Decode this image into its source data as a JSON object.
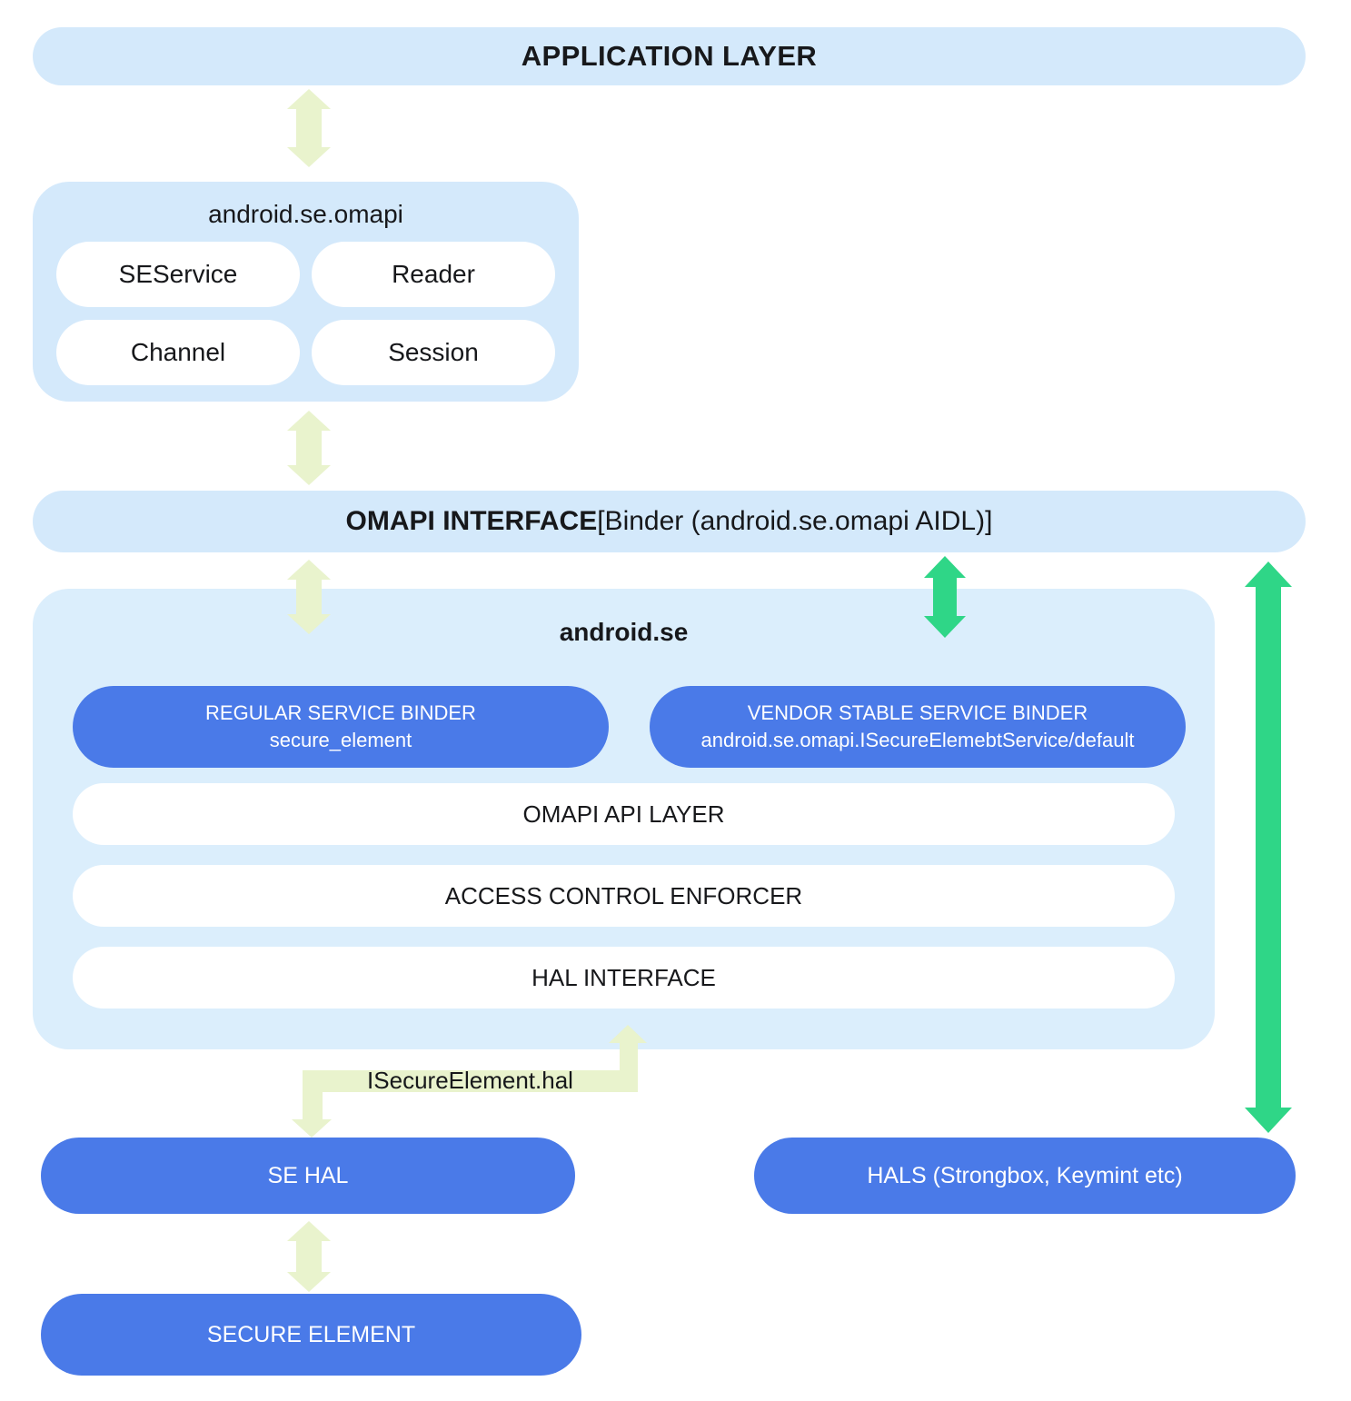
{
  "colors": {
    "light_blue": "#D4E9FB",
    "container_blue": "#DBEEFC",
    "blue": "#4A7AE8",
    "green": "#2FD687",
    "pale_green": "#E9F3CD",
    "text_dark": "#17181B",
    "white": "#FFFFFF"
  },
  "application_layer": {
    "label": "APPLICATION LAYER"
  },
  "omapi_package": {
    "title": "android.se.omapi",
    "classes": [
      "SEService",
      "Reader",
      "Channel",
      "Session"
    ]
  },
  "omapi_interface": {
    "label_bold": "OMAPI INTERFACE",
    "label_regular": " [Binder (android.se.omapi AIDL)]"
  },
  "android_se": {
    "title": "android.se",
    "regular_binder": {
      "line1": "REGULAR SERVICE BINDER",
      "line2": "secure_element"
    },
    "vendor_binder": {
      "line1": "VENDOR STABLE SERVICE BINDER",
      "line2": "android.se.omapi.ISecureElemebtService/default"
    },
    "layers": [
      "OMAPI API LAYER",
      "ACCESS CONTROL ENFORCER",
      "HAL INTERFACE"
    ]
  },
  "hal_link_label": "ISecureElement.hal",
  "se_hal": {
    "label": "SE HAL"
  },
  "secure_element": {
    "label": "SECURE ELEMENT"
  },
  "hals": {
    "label": "HALS (Strongbox, Keymint etc)"
  }
}
